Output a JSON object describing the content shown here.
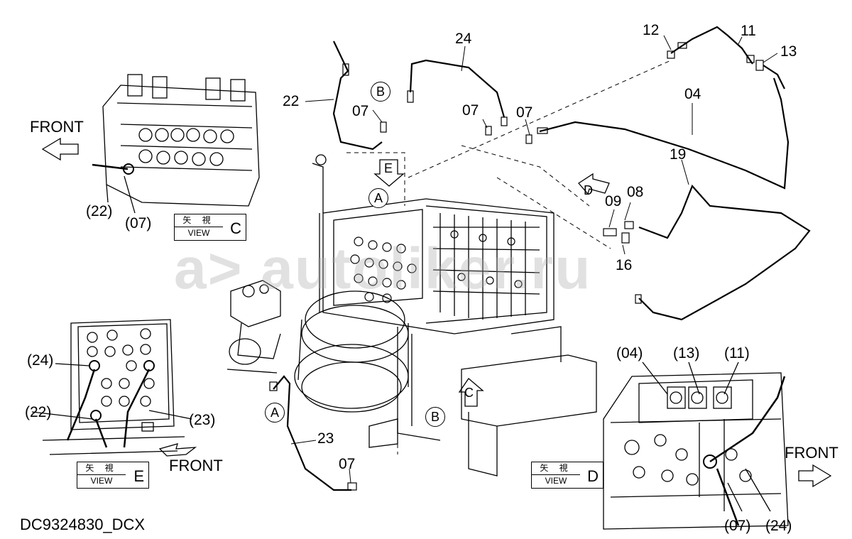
{
  "drawing_code": "DC9324830_DCX",
  "watermark": "a> autoliker.ru",
  "front_label": "FRONT",
  "view_box": {
    "kanji": "矢 視",
    "view_word": "VIEW"
  },
  "views": [
    "C",
    "E",
    "D"
  ],
  "part_numbers": [
    "24",
    "22",
    "07",
    "12",
    "11",
    "13",
    "04",
    "19",
    "08",
    "09",
    "16",
    "23"
  ],
  "callouts_bracketed": [
    "(22)",
    "(07)",
    "(24)",
    "(23)",
    "(04)",
    "(13)",
    "(11)"
  ],
  "reference_circles": [
    "A",
    "B"
  ],
  "direction_arrows": [
    "E",
    "D",
    "C"
  ]
}
